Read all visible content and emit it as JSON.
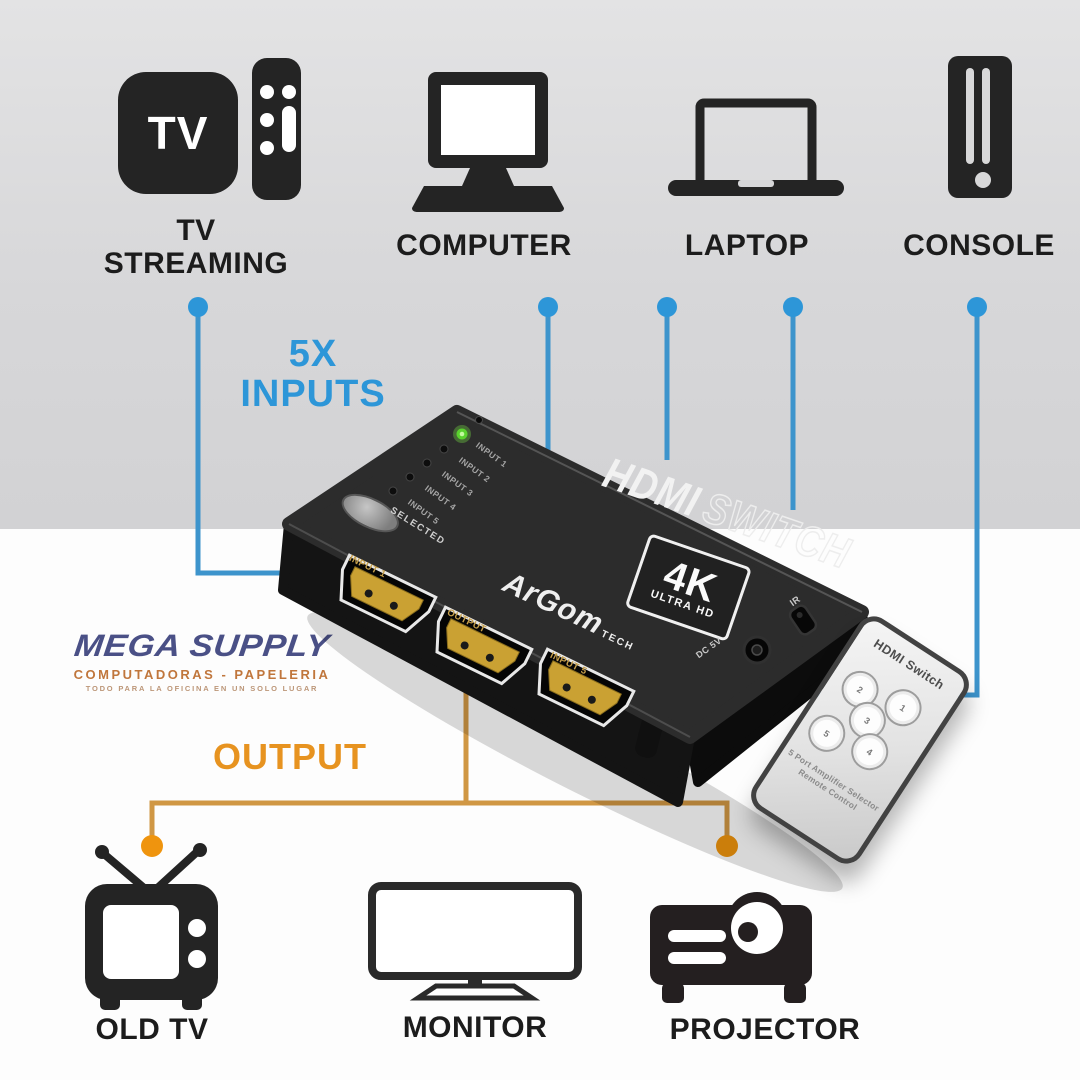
{
  "palette": {
    "background_top": "#d7d7d9",
    "background_bottom": "#fdfdfd",
    "blue_line": "#3d94cc",
    "blue_dot": "#2d96d8",
    "orange_line": "#d09744",
    "orange_dot": "#ef940e",
    "orange_text": "#e79320",
    "blue_text": "#2d96d8",
    "icon_black": "#242424",
    "led_green": "#5ad22e",
    "hdmi_gold": "#caa133"
  },
  "sources": {
    "tv_streaming": {
      "icon_text": "TV",
      "label_line1": "TV",
      "label_line2": "STREAMING"
    },
    "computer": {
      "label": "COMPUTER"
    },
    "laptop": {
      "label": "LAPTOP"
    },
    "console": {
      "label": "CONSOLE"
    }
  },
  "annotations": {
    "inputs_line1": "5X",
    "inputs_line2": "INPUTS",
    "output": "OUTPUT"
  },
  "device": {
    "logo_hdmi": "HDMI",
    "logo_switch": "SWITCH",
    "badge_4k": "4K",
    "badge_uhd": "ULTRA HD",
    "brand": "ArGom",
    "brand_suffix": "TECH",
    "selected_label": "SELECTED",
    "leds": [
      "INPUT 1",
      "INPUT 2",
      "INPUT 3",
      "INPUT 4",
      "INPUT 5"
    ],
    "ports": {
      "left": "INPUT 1",
      "middle": "OUTPUT",
      "right": "INPUT 5"
    },
    "side_ports": {
      "power": "DC 5V",
      "ir": "IR"
    }
  },
  "remote": {
    "title": "HDMI Switch",
    "buttons": [
      "1",
      "2",
      "3",
      "4",
      "5"
    ],
    "caption_line1": "5 Port Amplifier Selector",
    "caption_line2": "Remote Control"
  },
  "watermark": {
    "title": "MEGA SUPPLY",
    "subtitle": "COMPUTADORAS - PAPELERIA",
    "tagline": "TODO PARA LA OFICINA EN UN SOLO LUGAR"
  },
  "sinks": {
    "old_tv": {
      "label": "OLD TV"
    },
    "monitor": {
      "label": "MONITOR"
    },
    "projector": {
      "label": "PROJECTOR"
    }
  }
}
